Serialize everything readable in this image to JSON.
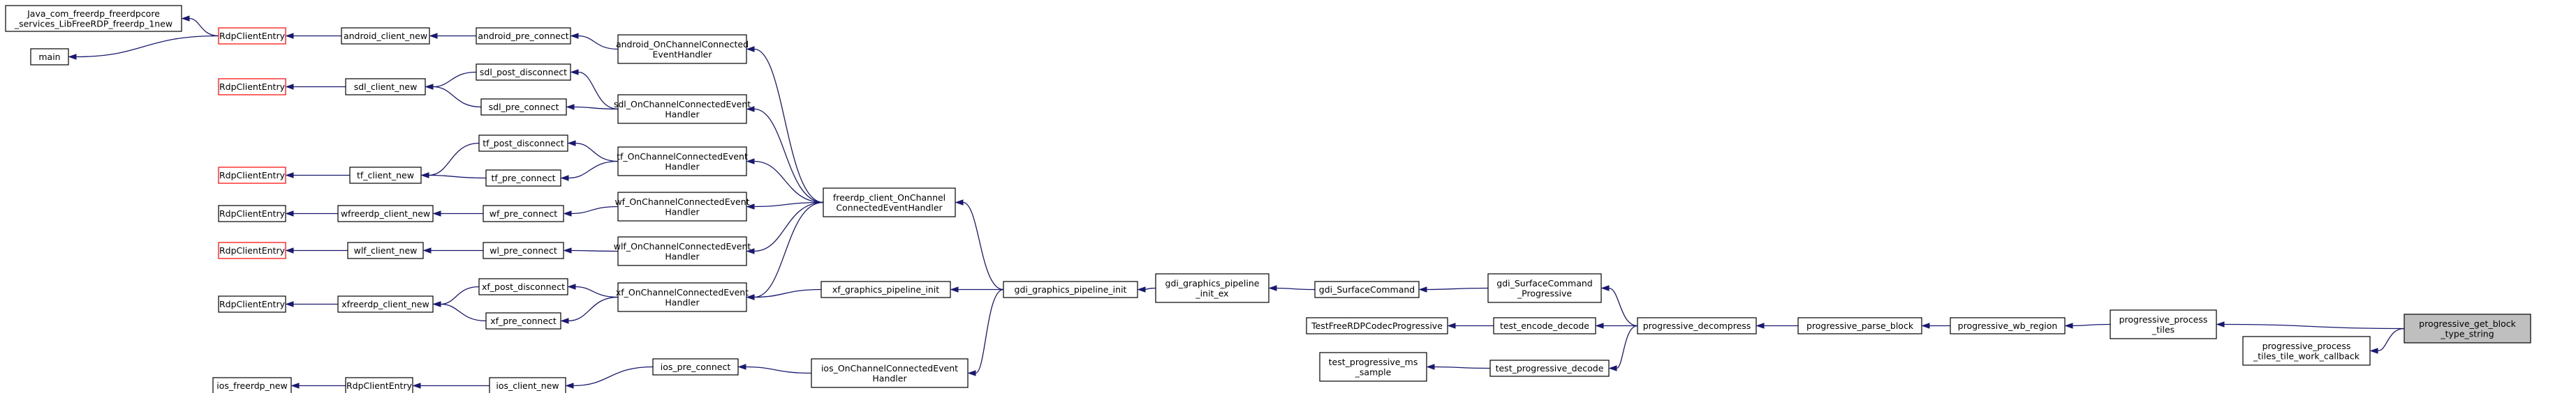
{
  "diagram": {
    "title": "",
    "colors": {
      "edge": "#191970",
      "node_border": "#000000",
      "node_border_incomplete": "#ff0000",
      "target_fill": "#bfbfbf",
      "background": "#ffffff"
    },
    "nodes": [
      {
        "id": "java",
        "lines": [
          "Java_com_freerdp_freerdpcore",
          "_services_LibFreeRDP_freerdp_1new"
        ],
        "style": "normal"
      },
      {
        "id": "main",
        "lines": [
          "main"
        ],
        "style": "normal"
      },
      {
        "id": "rce_android",
        "lines": [
          "RdpClientEntry"
        ],
        "style": "red"
      },
      {
        "id": "android_client_new",
        "lines": [
          "android_client_new"
        ],
        "style": "normal"
      },
      {
        "id": "android_pre_connect",
        "lines": [
          "android_pre_connect"
        ],
        "style": "normal"
      },
      {
        "id": "android_occ",
        "lines": [
          "android_OnChannelConnected",
          "EventHandler"
        ],
        "style": "normal"
      },
      {
        "id": "rce_sdl",
        "lines": [
          "RdpClientEntry"
        ],
        "style": "red"
      },
      {
        "id": "sdl_client_new",
        "lines": [
          "sdl_client_new"
        ],
        "style": "normal"
      },
      {
        "id": "sdl_post_disconnect",
        "lines": [
          "sdl_post_disconnect"
        ],
        "style": "normal"
      },
      {
        "id": "sdl_pre_connect",
        "lines": [
          "sdl_pre_connect"
        ],
        "style": "normal"
      },
      {
        "id": "sdl_occ",
        "lines": [
          "sdl_OnChannelConnectedEvent",
          "Handler"
        ],
        "style": "normal"
      },
      {
        "id": "rce_tf",
        "lines": [
          "RdpClientEntry"
        ],
        "style": "red"
      },
      {
        "id": "tf_client_new",
        "lines": [
          "tf_client_new"
        ],
        "style": "normal"
      },
      {
        "id": "tf_post_disconnect",
        "lines": [
          "tf_post_disconnect"
        ],
        "style": "normal"
      },
      {
        "id": "tf_pre_connect",
        "lines": [
          "tf_pre_connect"
        ],
        "style": "normal"
      },
      {
        "id": "tf_occ",
        "lines": [
          "tf_OnChannelConnectedEvent",
          "Handler"
        ],
        "style": "normal"
      },
      {
        "id": "rce_wf",
        "lines": [
          "RdpClientEntry"
        ],
        "style": "normal"
      },
      {
        "id": "wfreerdp_client_new",
        "lines": [
          "wfreerdp_client_new"
        ],
        "style": "normal"
      },
      {
        "id": "wf_pre_connect",
        "lines": [
          "wf_pre_connect"
        ],
        "style": "normal"
      },
      {
        "id": "wf_occ",
        "lines": [
          "wf_OnChannelConnectedEvent",
          "Handler"
        ],
        "style": "normal"
      },
      {
        "id": "rce_wlf",
        "lines": [
          "RdpClientEntry"
        ],
        "style": "red"
      },
      {
        "id": "wlf_client_new",
        "lines": [
          "wlf_client_new"
        ],
        "style": "normal"
      },
      {
        "id": "wl_pre_connect",
        "lines": [
          "wl_pre_connect"
        ],
        "style": "normal"
      },
      {
        "id": "wlf_occ",
        "lines": [
          "wlf_OnChannelConnectedEvent",
          "Handler"
        ],
        "style": "normal"
      },
      {
        "id": "rce_xf",
        "lines": [
          "RdpClientEntry"
        ],
        "style": "normal"
      },
      {
        "id": "xfreerdp_client_new",
        "lines": [
          "xfreerdp_client_new"
        ],
        "style": "normal"
      },
      {
        "id": "xf_post_disconnect",
        "lines": [
          "xf_post_disconnect"
        ],
        "style": "normal"
      },
      {
        "id": "xf_pre_connect",
        "lines": [
          "xf_pre_connect"
        ],
        "style": "normal"
      },
      {
        "id": "xf_occ",
        "lines": [
          "xf_OnChannelConnectedEvent",
          "Handler"
        ],
        "style": "normal"
      },
      {
        "id": "ios_freerdp_new",
        "lines": [
          "ios_freerdp_new"
        ],
        "style": "normal"
      },
      {
        "id": "rce_ios",
        "lines": [
          "RdpClientEntry"
        ],
        "style": "normal"
      },
      {
        "id": "ios_client_new",
        "lines": [
          "ios_client_new"
        ],
        "style": "normal"
      },
      {
        "id": "ios_pre_connect",
        "lines": [
          "ios_pre_connect"
        ],
        "style": "normal"
      },
      {
        "id": "ios_occ",
        "lines": [
          "ios_OnChannelConnectedEvent",
          "Handler"
        ],
        "style": "normal"
      },
      {
        "id": "freerdp_occ",
        "lines": [
          "freerdp_client_OnChannel",
          "ConnectedEventHandler"
        ],
        "style": "normal"
      },
      {
        "id": "xf_graphics_pipeline_init",
        "lines": [
          "xf_graphics_pipeline_init"
        ],
        "style": "normal"
      },
      {
        "id": "gdi_graphics_pipeline_init",
        "lines": [
          "gdi_graphics_pipeline_init"
        ],
        "style": "normal"
      },
      {
        "id": "gdi_graphics_pipeline_init_ex",
        "lines": [
          "gdi_graphics_pipeline",
          "_init_ex"
        ],
        "style": "normal"
      },
      {
        "id": "gdi_SurfaceCommand",
        "lines": [
          "gdi_SurfaceCommand"
        ],
        "style": "normal"
      },
      {
        "id": "gdi_SurfaceCommand_Progressive",
        "lines": [
          "gdi_SurfaceCommand",
          "_Progressive"
        ],
        "style": "normal"
      },
      {
        "id": "TestFreeRDPCodecProgressive",
        "lines": [
          "TestFreeRDPCodecProgressive"
        ],
        "style": "normal"
      },
      {
        "id": "test_encode_decode",
        "lines": [
          "test_encode_decode"
        ],
        "style": "normal"
      },
      {
        "id": "test_progressive_ms_sample",
        "lines": [
          "test_progressive_ms",
          "_sample"
        ],
        "style": "normal"
      },
      {
        "id": "test_progressive_decode",
        "lines": [
          "test_progressive_decode"
        ],
        "style": "normal"
      },
      {
        "id": "progressive_decompress",
        "lines": [
          "progressive_decompress"
        ],
        "style": "normal"
      },
      {
        "id": "progressive_parse_block",
        "lines": [
          "progressive_parse_block"
        ],
        "style": "normal"
      },
      {
        "id": "progressive_wb_region",
        "lines": [
          "progressive_wb_region"
        ],
        "style": "normal"
      },
      {
        "id": "progressive_process_tiles",
        "lines": [
          "progressive_process",
          "_tiles"
        ],
        "style": "normal"
      },
      {
        "id": "progressive_process_tiles_tile_work_callback",
        "lines": [
          "progressive_process",
          "_tiles_tile_work_callback"
        ],
        "style": "normal"
      },
      {
        "id": "progressive_get_block_type_string",
        "lines": [
          "progressive_get_block",
          "_type_string"
        ],
        "style": "target"
      }
    ],
    "edges": [
      [
        "java",
        "rce_android"
      ],
      [
        "main",
        "rce_android"
      ],
      [
        "rce_android",
        "android_client_new"
      ],
      [
        "android_client_new",
        "android_pre_connect"
      ],
      [
        "android_pre_connect",
        "android_occ"
      ],
      [
        "android_occ",
        "freerdp_occ"
      ],
      [
        "rce_sdl",
        "sdl_client_new"
      ],
      [
        "sdl_client_new",
        "sdl_post_disconnect"
      ],
      [
        "sdl_client_new",
        "sdl_pre_connect"
      ],
      [
        "sdl_post_disconnect",
        "sdl_occ"
      ],
      [
        "sdl_pre_connect",
        "sdl_occ"
      ],
      [
        "sdl_occ",
        "freerdp_occ"
      ],
      [
        "rce_tf",
        "tf_client_new"
      ],
      [
        "tf_client_new",
        "tf_post_disconnect"
      ],
      [
        "tf_client_new",
        "tf_pre_connect"
      ],
      [
        "tf_post_disconnect",
        "tf_occ"
      ],
      [
        "tf_pre_connect",
        "tf_occ"
      ],
      [
        "tf_occ",
        "freerdp_occ"
      ],
      [
        "rce_wf",
        "wfreerdp_client_new"
      ],
      [
        "wfreerdp_client_new",
        "wf_pre_connect"
      ],
      [
        "wf_pre_connect",
        "wf_occ"
      ],
      [
        "wf_occ",
        "freerdp_occ"
      ],
      [
        "rce_wlf",
        "wlf_client_new"
      ],
      [
        "wlf_client_new",
        "wl_pre_connect"
      ],
      [
        "wl_pre_connect",
        "wlf_occ"
      ],
      [
        "wlf_occ",
        "freerdp_occ"
      ],
      [
        "rce_xf",
        "xfreerdp_client_new"
      ],
      [
        "xfreerdp_client_new",
        "xf_post_disconnect"
      ],
      [
        "xfreerdp_client_new",
        "xf_pre_connect"
      ],
      [
        "xf_post_disconnect",
        "xf_occ"
      ],
      [
        "xf_pre_connect",
        "xf_occ"
      ],
      [
        "xf_occ",
        "freerdp_occ"
      ],
      [
        "xf_occ",
        "xf_graphics_pipeline_init"
      ],
      [
        "ios_freerdp_new",
        "rce_ios"
      ],
      [
        "rce_ios",
        "ios_client_new"
      ],
      [
        "ios_client_new",
        "ios_pre_connect"
      ],
      [
        "ios_pre_connect",
        "ios_occ"
      ],
      [
        "ios_occ",
        "gdi_graphics_pipeline_init"
      ],
      [
        "freerdp_occ",
        "gdi_graphics_pipeline_init"
      ],
      [
        "xf_graphics_pipeline_init",
        "gdi_graphics_pipeline_init"
      ],
      [
        "gdi_graphics_pipeline_init",
        "gdi_graphics_pipeline_init_ex"
      ],
      [
        "gdi_graphics_pipeline_init_ex",
        "gdi_SurfaceCommand"
      ],
      [
        "gdi_SurfaceCommand",
        "gdi_SurfaceCommand_Progressive"
      ],
      [
        "gdi_SurfaceCommand_Progressive",
        "progressive_decompress"
      ],
      [
        "TestFreeRDPCodecProgressive",
        "test_encode_decode"
      ],
      [
        "test_encode_decode",
        "progressive_decompress"
      ],
      [
        "test_progressive_ms_sample",
        "test_progressive_decode"
      ],
      [
        "test_progressive_decode",
        "progressive_decompress"
      ],
      [
        "progressive_decompress",
        "progressive_parse_block"
      ],
      [
        "progressive_parse_block",
        "progressive_wb_region"
      ],
      [
        "progressive_wb_region",
        "progressive_process_tiles"
      ],
      [
        "progressive_process_tiles",
        "progressive_get_block_type_string"
      ],
      [
        "progressive_process_tiles_tile_work_callback",
        "progressive_get_block_type_string"
      ]
    ]
  }
}
